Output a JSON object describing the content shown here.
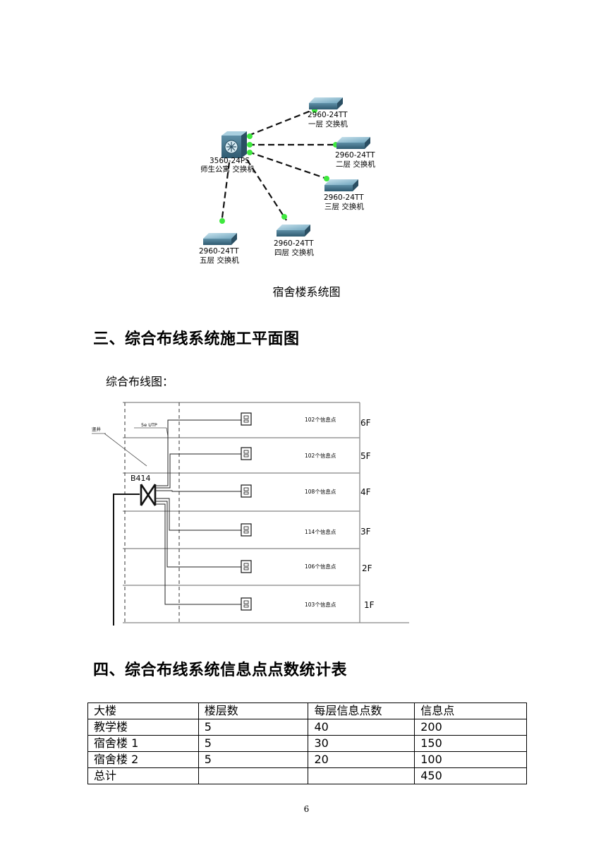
{
  "network": {
    "core": {
      "model": "3560-24PS",
      "name": "师生公寓 交换机"
    },
    "switches": [
      {
        "model": "2960-24TT",
        "name": "一层 交换机"
      },
      {
        "model": "2960-24TT",
        "name": "二层 交换机"
      },
      {
        "model": "2960-24TT",
        "name": "三层 交换机"
      },
      {
        "model": "2960-24TT",
        "name": "四层 交换机"
      },
      {
        "model": "2960-24TT",
        "name": "五层 交换机"
      }
    ],
    "caption": "宿舍楼系统图"
  },
  "section3": {
    "title": "三、综合布线系统施工平面图",
    "subtitle": "综合布线图："
  },
  "wiring": {
    "shaft_label": "竖井",
    "cable_label": "5e UTP",
    "device_label": "B414",
    "floors": [
      {
        "label": "6F",
        "points": "102个信息点"
      },
      {
        "label": "5F",
        "points": "102个信息点"
      },
      {
        "label": "4F",
        "points": "108个信息点"
      },
      {
        "label": "3F",
        "points": "114个信息点"
      },
      {
        "label": "2F",
        "points": "106个信息点"
      },
      {
        "label": "1F",
        "points": "103个信息点"
      }
    ]
  },
  "section4": {
    "title": "四、综合布线系统信息点点数统计表"
  },
  "table": {
    "headers": [
      "大楼",
      "楼层数",
      "每层信息点数",
      "信息点"
    ],
    "rows": [
      [
        "教学楼",
        "5",
        "40",
        "200"
      ],
      [
        "宿舍楼 1",
        "5",
        "30",
        "150"
      ],
      [
        "宿舍楼 2",
        "5",
        "20",
        "100"
      ],
      [
        "总计",
        "",
        "",
        "450"
      ]
    ]
  },
  "page_number": "6"
}
